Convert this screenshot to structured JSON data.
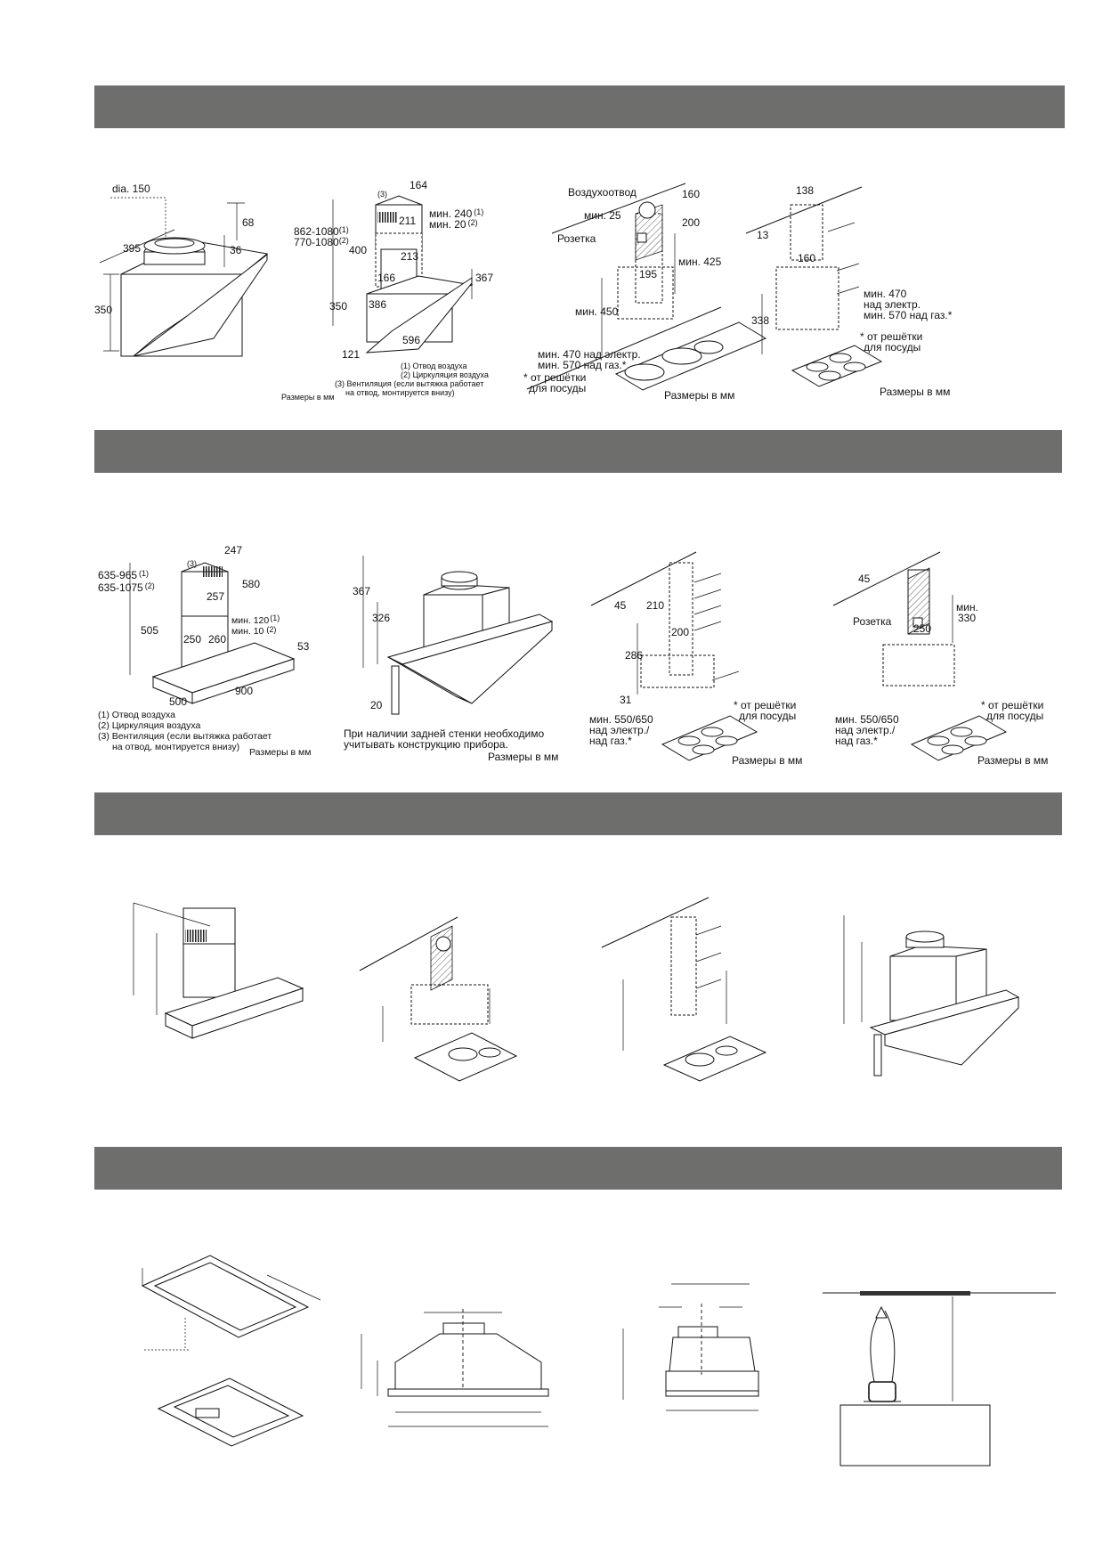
{
  "fig1": {
    "dia": "dia. 150",
    "dims": [
      "68",
      "395",
      "36",
      "350"
    ]
  },
  "fig2": {
    "note3": "(3)",
    "dims": [
      "164",
      "211",
      "213",
      "400",
      "166",
      "350",
      "386",
      "121",
      "596",
      "367"
    ],
    "height1": "862-1080",
    "height1_sup": "(1)",
    "height2": "770-1080",
    "height2_sup": "(2)",
    "min1": "мин. 240",
    "min1_sup": "(1)",
    "min2": "мин. 20",
    "min2_sup": "(2)",
    "legend": [
      "(1) Отвод воздуха",
      "(2) Циркуляция воздуха",
      "(3) Вентиляция (если вытяжка работает",
      "на отвод, монтируется внизу)"
    ],
    "units": "Размеры в мм"
  },
  "fig3": {
    "air": "Воздухоотвод",
    "min25": "мин. 25",
    "dims": [
      "160",
      "200",
      "195"
    ],
    "socket": "Розетка",
    "min425": "мин. 425",
    "min450": "мин. 450",
    "note1": "мин. 470 над электр.",
    "note2": "мин. 570 над газ.*",
    "grate1": "* от решётки",
    "grate2": "для посуды",
    "units": "Размеры в мм"
  },
  "fig4": {
    "dims": [
      "138",
      "13",
      "160",
      "338"
    ],
    "note1": "мин. 470",
    "note2": "над электр.",
    "note3": "мин. 570 над газ.*",
    "grate1": "* от решётки",
    "grate2": "для посуды",
    "units": "Размеры в мм"
  },
  "fig5": {
    "dims": [
      "247",
      "580",
      "257",
      "505",
      "250",
      "260",
      "53",
      "500",
      "900"
    ],
    "h1": "635-965",
    "h1_sup": "(1)",
    "h2": "635-1075",
    "h2_sup": "(2)",
    "note3": "(3)",
    "min1": "мин. 120",
    "min1_sup": "(1)",
    "min2": "мин. 10",
    "min2_sup": "(2)",
    "legend": [
      "(1)  Отвод воздуха",
      "(2)  Циркуляция воздуха",
      "(3)  Вентиляция (если вытяжка работает",
      "на отвод, монтируется внизу)"
    ],
    "units": "Размеры в мм"
  },
  "fig6": {
    "dims": [
      "367",
      "326",
      "20"
    ],
    "note1": "При наличии задней стенки необходимо",
    "note2": "учитывать конструкцию прибора.",
    "units": "Размеры в мм"
  },
  "fig7": {
    "dims": [
      "45",
      "210",
      "200",
      "286",
      "31"
    ],
    "grate1": "* от решётки",
    "grate2": "для посуды",
    "min1": "мин. 550/650",
    "min2": "над электр./",
    "min3": "над газ.*",
    "units": "Размеры в мм"
  },
  "fig8": {
    "dims": [
      "45",
      "250"
    ],
    "socket": "Розетка",
    "min": "мин.",
    "min330": "330",
    "grate1": "* от решётки",
    "grate2": "для посуды",
    "min1": "мин. 550/650",
    "min2": "над электр./",
    "min3": "над газ.*",
    "units": "Размеры в мм"
  }
}
